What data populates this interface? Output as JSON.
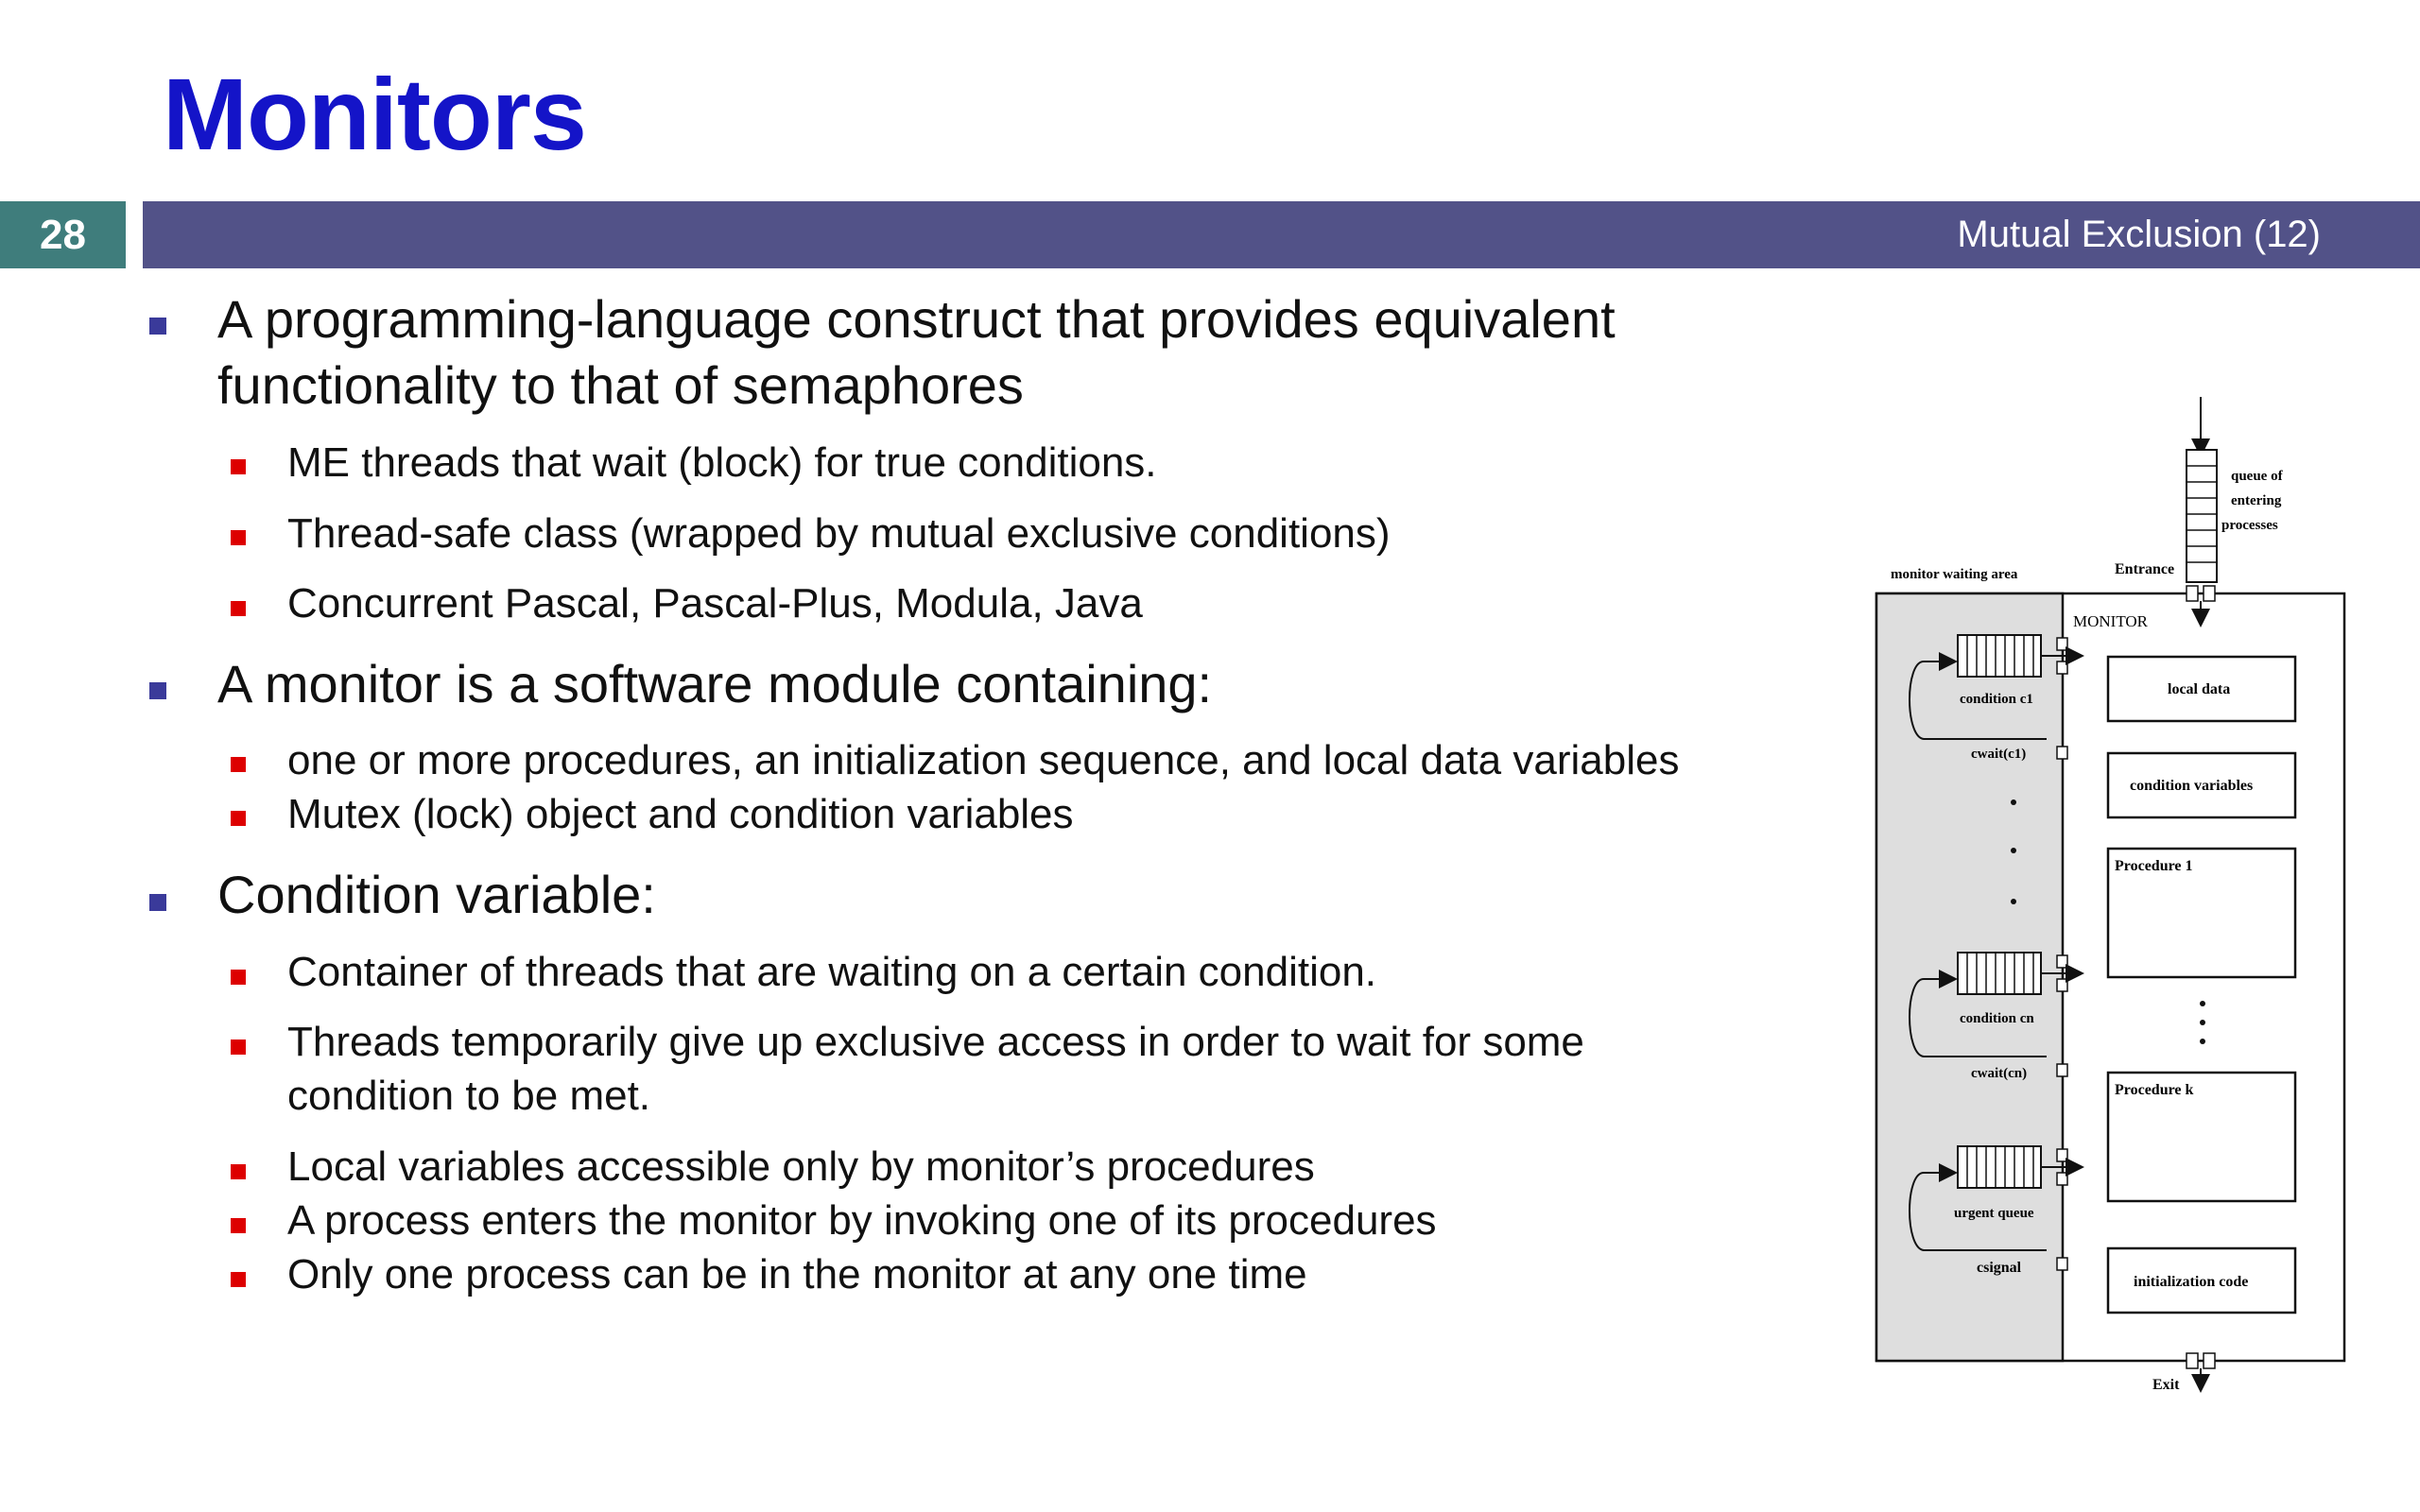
{
  "slide": {
    "title": "Monitors",
    "number": "28",
    "header_label": "Mutual Exclusion (12)"
  },
  "bullets": [
    {
      "lines": [
        "A programming-language construct that provides equivalent",
        "functionality to that of semaphores"
      ],
      "subs": [
        {
          "lines": [
            "ME threads that wait (block) for true conditions."
          ]
        },
        {
          "lines": [
            "Thread-safe class (wrapped by mutual exclusive conditions)"
          ]
        },
        {
          "lines": [
            "Concurrent Pascal, Pascal-Plus, Modula, Java"
          ]
        }
      ]
    },
    {
      "lines": [
        "A monitor is a software module containing:"
      ],
      "subs": [
        {
          "lines": [
            "one or more procedures, an initialization sequence, and local data variables"
          ]
        },
        {
          "lines": [
            "Mutex (lock) object and condition variables"
          ]
        }
      ]
    },
    {
      "lines": [
        "Condition variable:"
      ],
      "subs": [
        {
          "lines": [
            "Container of threads that are waiting on a certain condition."
          ]
        },
        {
          "lines": [
            "Threads temporarily give up exclusive access in order to wait for some",
            "condition to be met."
          ]
        },
        {
          "lines": [
            "Local variables accessible only by monitor’s procedures"
          ]
        },
        {
          "lines": [
            "A process enters the monitor by invoking one of its procedures"
          ]
        },
        {
          "lines": [
            "Only one process can be in the monitor at any one time"
          ]
        }
      ]
    }
  ],
  "diagram": {
    "queue_label_1": "queue of",
    "queue_label_2": "entering",
    "queue_label_3": "processes",
    "waiting_area": "monitor waiting area",
    "entrance": "Entrance",
    "monitor": "MONITOR",
    "condition_c1": "condition c1",
    "cwait_c1": "cwait(c1)",
    "condition_cn": "condition cn",
    "cwait_cn": "cwait(cn)",
    "urgent_queue": "urgent queue",
    "csignal": "csignal",
    "local_data": "local data",
    "condition_variables": "condition variables",
    "procedure_1": "Procedure 1",
    "procedure_k": "Procedure k",
    "initialization_code": "initialization code",
    "exit": "Exit"
  }
}
